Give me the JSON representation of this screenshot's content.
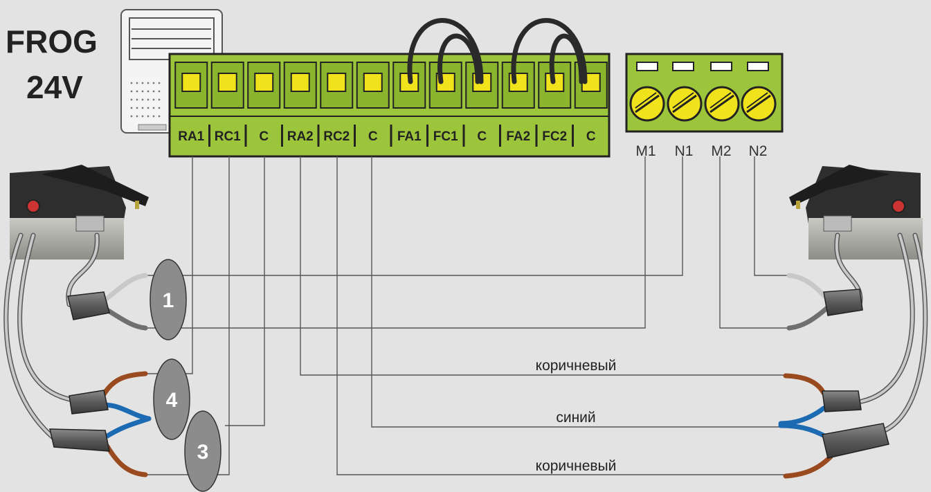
{
  "title": {
    "line1": "FROG",
    "line2": "24V"
  },
  "terminal_block_left": {
    "labels": [
      "RA1",
      "RC1",
      "C",
      "RA2",
      "RC2",
      "C",
      "FA1",
      "FC1",
      "C",
      "FA2",
      "FC2",
      "C"
    ]
  },
  "terminal_block_right": {
    "labels": [
      "M1",
      "N1",
      "M2",
      "N2"
    ]
  },
  "markers": {
    "m1": "1",
    "m4": "4",
    "m3": "3"
  },
  "wire_labels": {
    "brown_top": "коричневый",
    "blue": "синий",
    "brown_bottom": "коричневый"
  },
  "colors": {
    "background": "#e3e3e3",
    "terminal_green": "#9dc53b",
    "terminal_yellow": "#f0e21b",
    "brown_wire": "#9a4a1f",
    "blue_wire": "#1c6ab1",
    "marker_gray": "#8c8c8c"
  }
}
